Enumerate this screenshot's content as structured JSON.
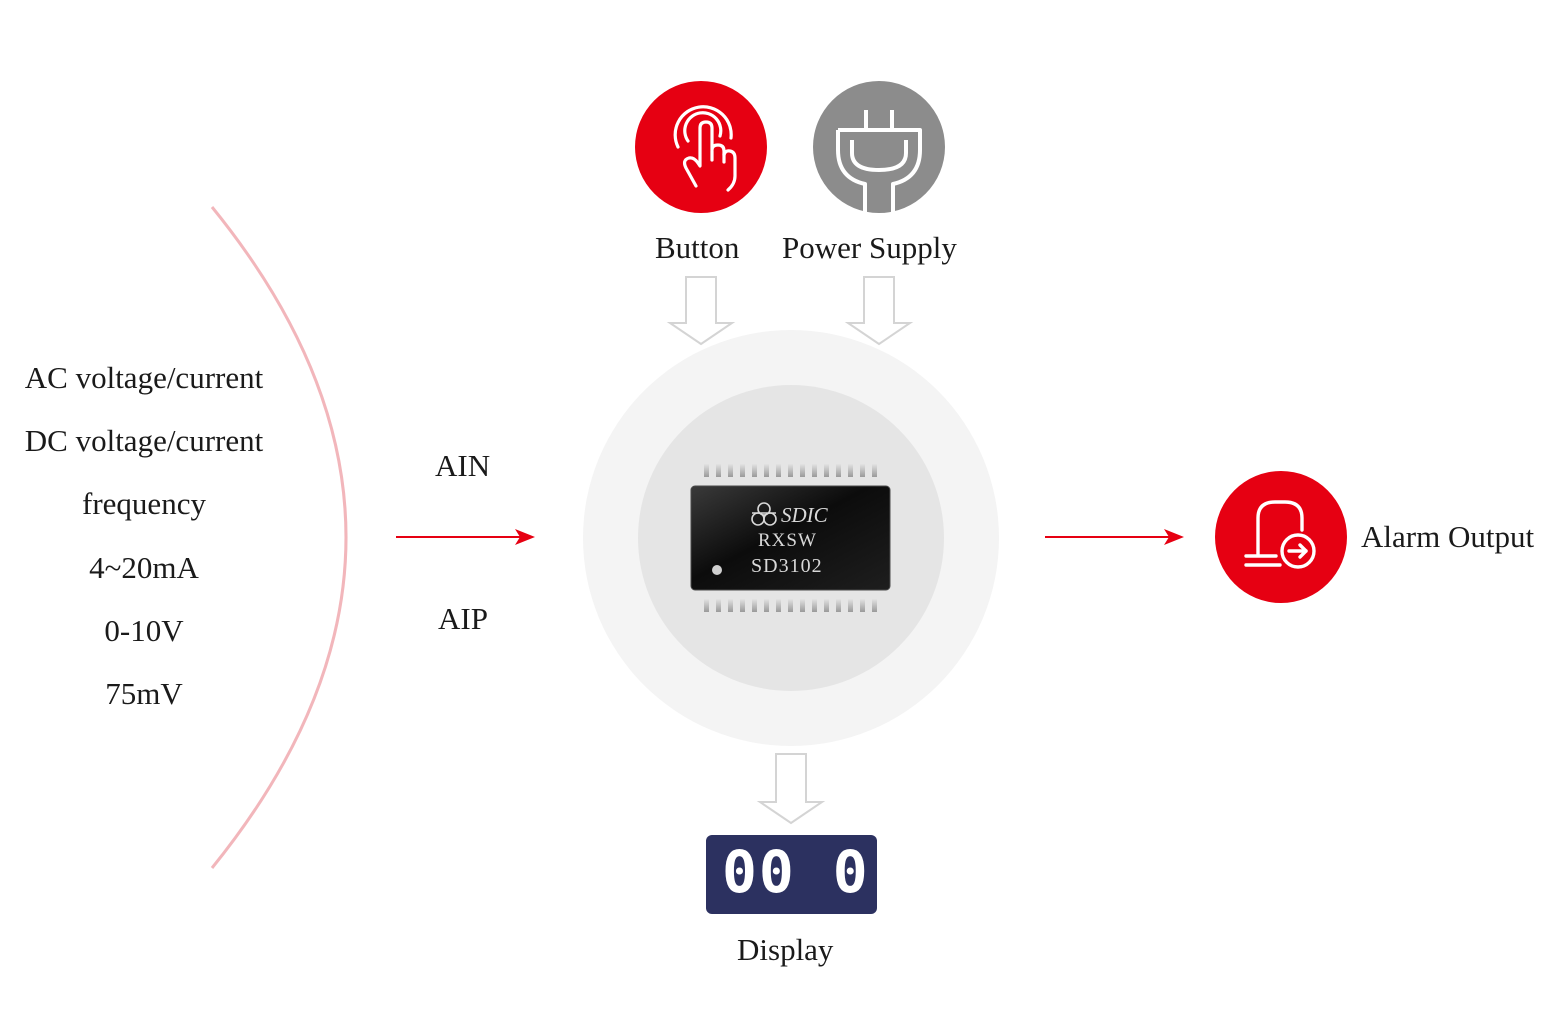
{
  "inputs": {
    "items": [
      "AC voltage/current",
      "DC voltage/current",
      "frequency",
      "4~20mA",
      "0-10V",
      "75mV"
    ]
  },
  "signals": {
    "ain": "AIN",
    "aip": "AIP"
  },
  "top": {
    "button_label": "Button",
    "power_label": "Power Supply"
  },
  "chip": {
    "brand": "SDIC",
    "line1": "RXSW",
    "line2": "SD3102"
  },
  "output": {
    "alarm_label": "Alarm Output"
  },
  "display": {
    "digits": "00 0",
    "label": "Display"
  },
  "colors": {
    "accent_red": "#e60012",
    "gray_icon": "#8c8c8c",
    "arc_pink": "#f2b6bb",
    "display_bg": "#2c3160"
  },
  "icons": {
    "button": "touch-hand-icon",
    "power": "power-plug-icon",
    "alarm": "alarm-output-icon"
  }
}
